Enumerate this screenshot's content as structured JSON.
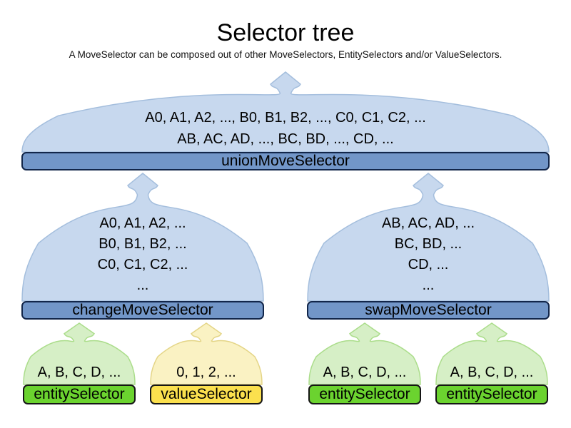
{
  "title": "Selector tree",
  "subtitle": "A MoveSelector can be composed out of other MoveSelectors, EntitySelectors and/or ValueSelectors.",
  "colors": {
    "move_selector_cloud": "#c7d8ee",
    "move_selector_bar": "#7296c8",
    "entity_selector_cloud": "#d6efc6",
    "entity_selector_bar": "#6bd32f",
    "value_selector_cloud": "#faf2c3",
    "value_selector_bar": "#fbe04e"
  },
  "nodes": {
    "union": {
      "label": "unionMoveSelector",
      "lines": [
        "A0, A1, A2, ..., B0, B1, B2, ..., C0, C1, C2, ...",
        "AB, AC, AD, ..., BC, BD, ..., CD, ..."
      ]
    },
    "change": {
      "label": "changeMoveSelector",
      "lines": [
        "A0, A1, A2, ...",
        "B0, B1, B2, ...",
        "C0, C1, C2, ...",
        "..."
      ]
    },
    "swap": {
      "label": "swapMoveSelector",
      "lines": [
        "AB, AC, AD, ...",
        "BC, BD, ...",
        "CD, ...",
        "..."
      ]
    },
    "entity_a": {
      "label": "entitySelector",
      "lines": [
        "A, B, C, D, ..."
      ]
    },
    "value_a": {
      "label": "valueSelector",
      "lines": [
        "0, 1, 2, ..."
      ]
    },
    "entity_b": {
      "label": "entitySelector",
      "lines": [
        "A, B, C, D, ..."
      ]
    },
    "entity_c": {
      "label": "entitySelector",
      "lines": [
        "A, B, C, D, ..."
      ]
    }
  }
}
